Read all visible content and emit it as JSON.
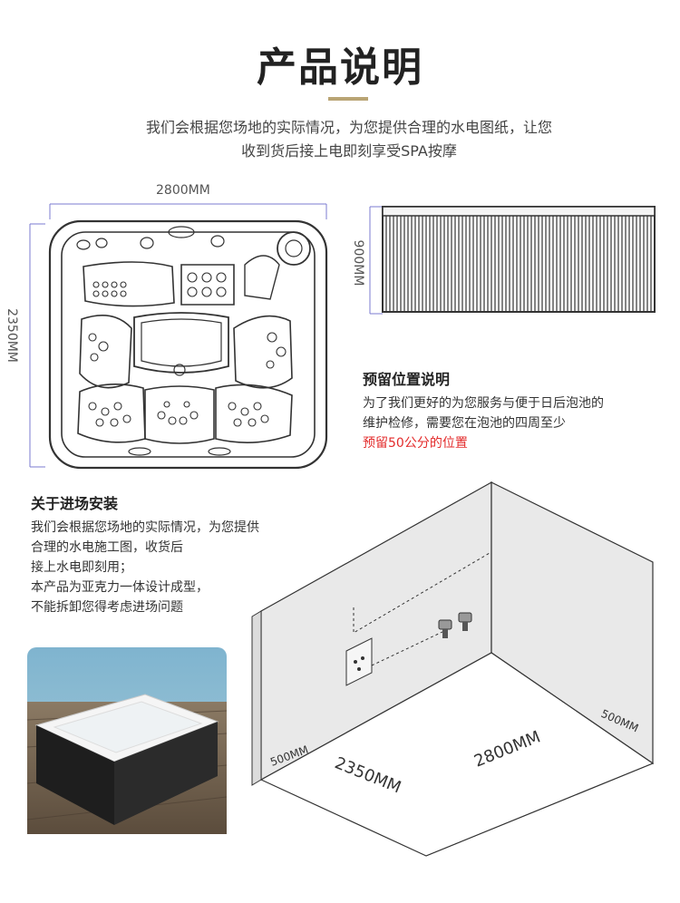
{
  "colors": {
    "accent": "#b9a474",
    "red": "#e32b2b",
    "line": "#333333",
    "guide": "#7b7bd0"
  },
  "header": {
    "title": "产品说明",
    "intro_line1": "我们会根据您场地的实际情况，为您提供合理的水电图纸，让您",
    "intro_line2": "收到货后接上电即刻享受SPA按摩"
  },
  "top_view": {
    "width_label": "2800MM",
    "height_label": "2350MM"
  },
  "side_view": {
    "height_label": "900MM"
  },
  "reserve": {
    "heading": "预留位置说明",
    "line1": "为了我们更好的为您服务与便于日后泡池的",
    "line2": "维护检修，需要您在泡池的四周至少",
    "highlight": "预留50公分的位置"
  },
  "install": {
    "heading": "关于进场安装",
    "lines": [
      "我们会根据您场地的实际情况，为您提供",
      "合理的水电施工图，收货后",
      "接上水电即刻用；",
      "本产品为亚克力一体设计成型，",
      "不能拆卸您得考虑进场问题"
    ]
  },
  "room": {
    "left_clearance": "500MM",
    "right_clearance": "500MM",
    "depth_label": "2350MM",
    "width_label": "2800MM"
  },
  "photo": {
    "icon": "hot-tub-photo"
  }
}
